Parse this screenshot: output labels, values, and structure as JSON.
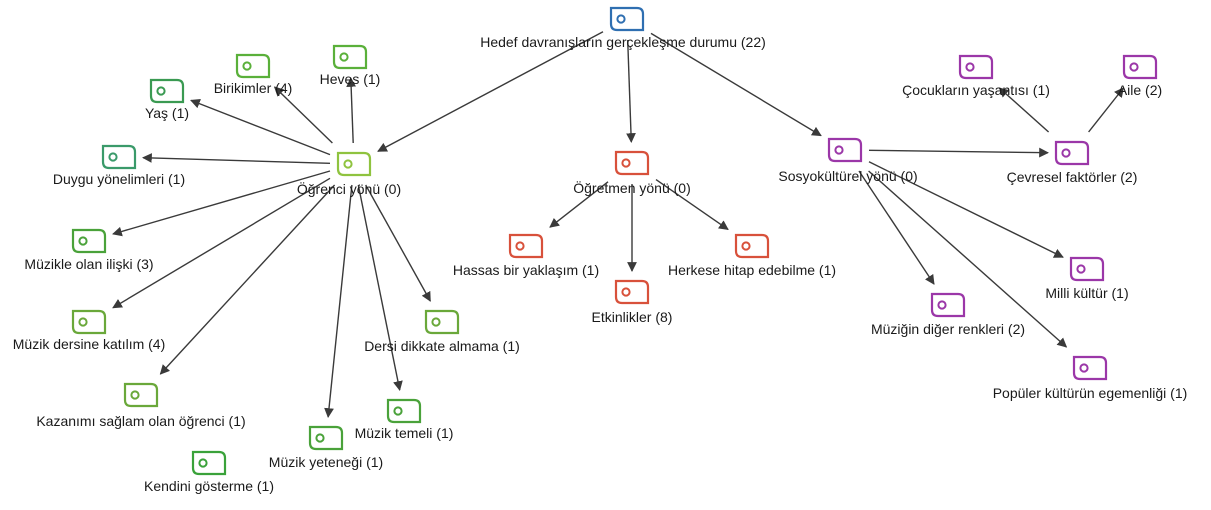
{
  "diagram": {
    "nodes": [
      {
        "id": "root",
        "label": "Hedef davranışların gerçekleşme durumu (22)",
        "color": "#2f6fb1"
      },
      {
        "id": "ogrenci",
        "label": "Öğrenci yönü (0)",
        "color": "#8fc33f"
      },
      {
        "id": "ogretmen",
        "label": "Öğretmen yönü (0)",
        "color": "#d8513b"
      },
      {
        "id": "sosyo",
        "label": "Sosyokültürel yönü (0)",
        "color": "#9b37a8"
      },
      {
        "id": "yas",
        "label": "Yaş (1)",
        "color": "#3a9a52"
      },
      {
        "id": "birikimler",
        "label": "Birikimler (4)",
        "color": "#5ab03a"
      },
      {
        "id": "heves",
        "label": "Heves (1)",
        "color": "#5ab03a"
      },
      {
        "id": "duygu",
        "label": "Duygu yönelimleri (1)",
        "color": "#3a9a6a"
      },
      {
        "id": "muzikle",
        "label": "Müzikle olan ilişki (3)",
        "color": "#4aa23a"
      },
      {
        "id": "muzikdersine",
        "label": "Müzik dersine katılım (4)",
        "color": "#6aa83a"
      },
      {
        "id": "kazanimi",
        "label": "Kazanımı sağlam olan öğrenci (1)",
        "color": "#6aa83a"
      },
      {
        "id": "kendini",
        "label": "Kendini gösterme (1)",
        "color": "#3aa23a"
      },
      {
        "id": "yetenegi",
        "label": "Müzik yeteneği (1)",
        "color": "#4aa23a"
      },
      {
        "id": "temeli",
        "label": "Müzik temeli (1)",
        "color": "#4aa23a"
      },
      {
        "id": "dersidikkate",
        "label": "Dersi dikkate almama (1)",
        "color": "#6aa83a"
      },
      {
        "id": "hassas",
        "label": "Hassas bir yaklaşım (1)",
        "color": "#d8513b"
      },
      {
        "id": "etkinlikler",
        "label": "Etkinlikler (8)",
        "color": "#d8513b"
      },
      {
        "id": "herkese",
        "label": "Herkese hitap edebilme (1)",
        "color": "#d8513b"
      },
      {
        "id": "cocuklarin",
        "label": "Çocukların yaşantısı (1)",
        "color": "#9b37a8"
      },
      {
        "id": "aile",
        "label": "Aile (2)",
        "color": "#9b37a8"
      },
      {
        "id": "cevresel",
        "label": "Çevresel faktörler (2)",
        "color": "#9b37a8"
      },
      {
        "id": "milli",
        "label": "Milli kültür (1)",
        "color": "#9b37a8"
      },
      {
        "id": "muziginDiger",
        "label": "Müziğin diğer renkleri (2)",
        "color": "#9b37a8"
      },
      {
        "id": "populer",
        "label": "Popüler kültürün egemenliği (1)",
        "color": "#9b37a8"
      }
    ],
    "edges": [
      [
        "root",
        "ogrenci"
      ],
      [
        "root",
        "ogretmen"
      ],
      [
        "root",
        "sosyo"
      ],
      [
        "ogrenci",
        "yas"
      ],
      [
        "ogrenci",
        "birikimler"
      ],
      [
        "ogrenci",
        "heves"
      ],
      [
        "ogrenci",
        "duygu"
      ],
      [
        "ogrenci",
        "muzikle"
      ],
      [
        "ogrenci",
        "muzikdersine"
      ],
      [
        "ogrenci",
        "kazanimi"
      ],
      [
        "ogrenci",
        "yetenegi"
      ],
      [
        "ogrenci",
        "temeli"
      ],
      [
        "ogrenci",
        "dersidikkate"
      ],
      [
        "ogretmen",
        "hassas"
      ],
      [
        "ogretmen",
        "etkinlikler"
      ],
      [
        "ogretmen",
        "herkese"
      ],
      [
        "sosyo",
        "cevresel"
      ],
      [
        "sosyo",
        "milli"
      ],
      [
        "sosyo",
        "muziginDiger"
      ],
      [
        "sosyo",
        "populer"
      ],
      [
        "cevresel",
        "cocuklarin"
      ],
      [
        "cevresel",
        "aile"
      ]
    ]
  }
}
